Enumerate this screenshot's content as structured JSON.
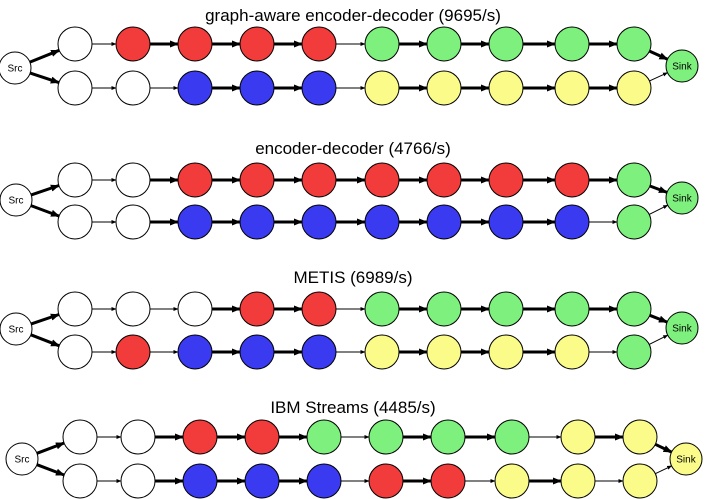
{
  "colors": {
    "white": "#ffffff",
    "red": "#f23b3b",
    "blue": "#3a3af0",
    "green": "#7df07d",
    "yellow": "#fbfb8a"
  },
  "labels": {
    "source": "Src",
    "sink": "Sink"
  },
  "panels": [
    {
      "title": "graph-aware encoder-decoder (9695/s)",
      "sink_color": "green",
      "rows": [
        {
          "nodes": [
            "white",
            "red",
            "red",
            "red",
            "red",
            "green",
            "green",
            "green",
            "green",
            "green"
          ],
          "thick": [
            false,
            true,
            true,
            true,
            false,
            true,
            true,
            true,
            true,
            false
          ]
        },
        {
          "nodes": [
            "white",
            "white",
            "blue",
            "blue",
            "blue",
            "yellow",
            "yellow",
            "yellow",
            "yellow",
            "yellow"
          ],
          "thick": [
            false,
            false,
            true,
            true,
            false,
            true,
            true,
            true,
            true,
            false
          ]
        }
      ]
    },
    {
      "title": "encoder-decoder (4766/s)",
      "sink_color": "green",
      "rows": [
        {
          "nodes": [
            "white",
            "white",
            "red",
            "red",
            "red",
            "red",
            "red",
            "red",
            "red",
            "green"
          ],
          "thick": [
            false,
            true,
            true,
            true,
            true,
            true,
            true,
            true,
            true,
            false
          ]
        },
        {
          "nodes": [
            "white",
            "white",
            "blue",
            "blue",
            "blue",
            "blue",
            "blue",
            "blue",
            "blue",
            "green"
          ],
          "thick": [
            false,
            true,
            true,
            true,
            true,
            true,
            true,
            true,
            false,
            false
          ]
        }
      ]
    },
    {
      "title": "METIS (6989/s)",
      "sink_color": "green",
      "rows": [
        {
          "nodes": [
            "white",
            "white",
            "white",
            "red",
            "red",
            "green",
            "green",
            "green",
            "green",
            "green"
          ],
          "thick": [
            false,
            false,
            true,
            true,
            false,
            true,
            true,
            true,
            true,
            false
          ]
        },
        {
          "nodes": [
            "white",
            "red",
            "blue",
            "blue",
            "blue",
            "yellow",
            "yellow",
            "yellow",
            "yellow",
            "green"
          ],
          "thick": [
            false,
            false,
            true,
            true,
            false,
            true,
            true,
            true,
            false,
            false
          ]
        }
      ]
    },
    {
      "title": "IBM Streams (4485/s)",
      "sink_color": "yellow",
      "rows": [
        {
          "nodes": [
            "white",
            "white",
            "red",
            "red",
            "green",
            "green",
            "green",
            "green",
            "yellow",
            "yellow"
          ],
          "thick": [
            false,
            true,
            true,
            true,
            false,
            true,
            true,
            false,
            true,
            false
          ]
        },
        {
          "nodes": [
            "white",
            "white",
            "blue",
            "blue",
            "blue",
            "red",
            "red",
            "yellow",
            "yellow",
            "yellow"
          ],
          "thick": [
            false,
            true,
            true,
            true,
            false,
            true,
            false,
            true,
            false,
            false
          ]
        }
      ]
    }
  ]
}
